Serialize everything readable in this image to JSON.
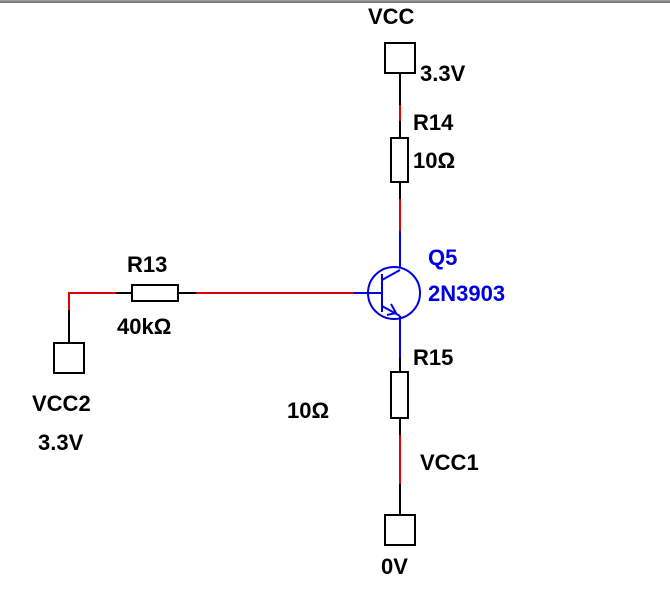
{
  "schematic": {
    "title": "PNP transistor bias circuit",
    "colors": {
      "wire_default": "#000000",
      "wire_net": "#e00000",
      "transistor": "#0000e0",
      "label": "#000000",
      "transistor_label": "#0000e0",
      "background": "#ffffff"
    },
    "sources": {
      "vcc": {
        "name": "VCC",
        "value": "3.3V"
      },
      "vcc1": {
        "name": "VCC1",
        "value": "0V"
      },
      "vcc2": {
        "name": "VCC2",
        "value": "3.3V"
      }
    },
    "resistors": {
      "r13": {
        "ref": "R13",
        "value": "40kΩ"
      },
      "r14": {
        "ref": "R14",
        "value": "10Ω"
      },
      "r15": {
        "ref": "R15",
        "value": "10Ω"
      }
    },
    "transistor": {
      "ref": "Q5",
      "model": "2N3903",
      "type": "PNP-symbol"
    }
  }
}
